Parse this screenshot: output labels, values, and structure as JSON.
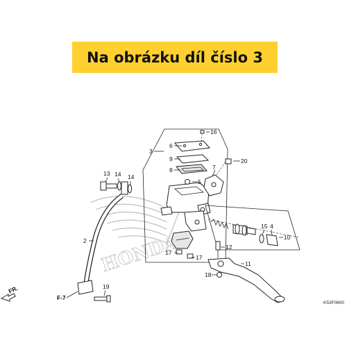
{
  "banner": {
    "text": "Na obrázku díl číslo 3",
    "background": "#ffd02f"
  },
  "direction_label": "FR.",
  "figure_ref": "F-7",
  "diagram_code": "K53F0600",
  "watermark_text": "HONDA",
  "callouts": [
    "16",
    "6",
    "3",
    "9",
    "8",
    "7",
    "20",
    "5",
    "13",
    "14",
    "14",
    "15",
    "4",
    "10",
    "2",
    "12",
    "17",
    "17",
    "11",
    "18",
    "19"
  ]
}
